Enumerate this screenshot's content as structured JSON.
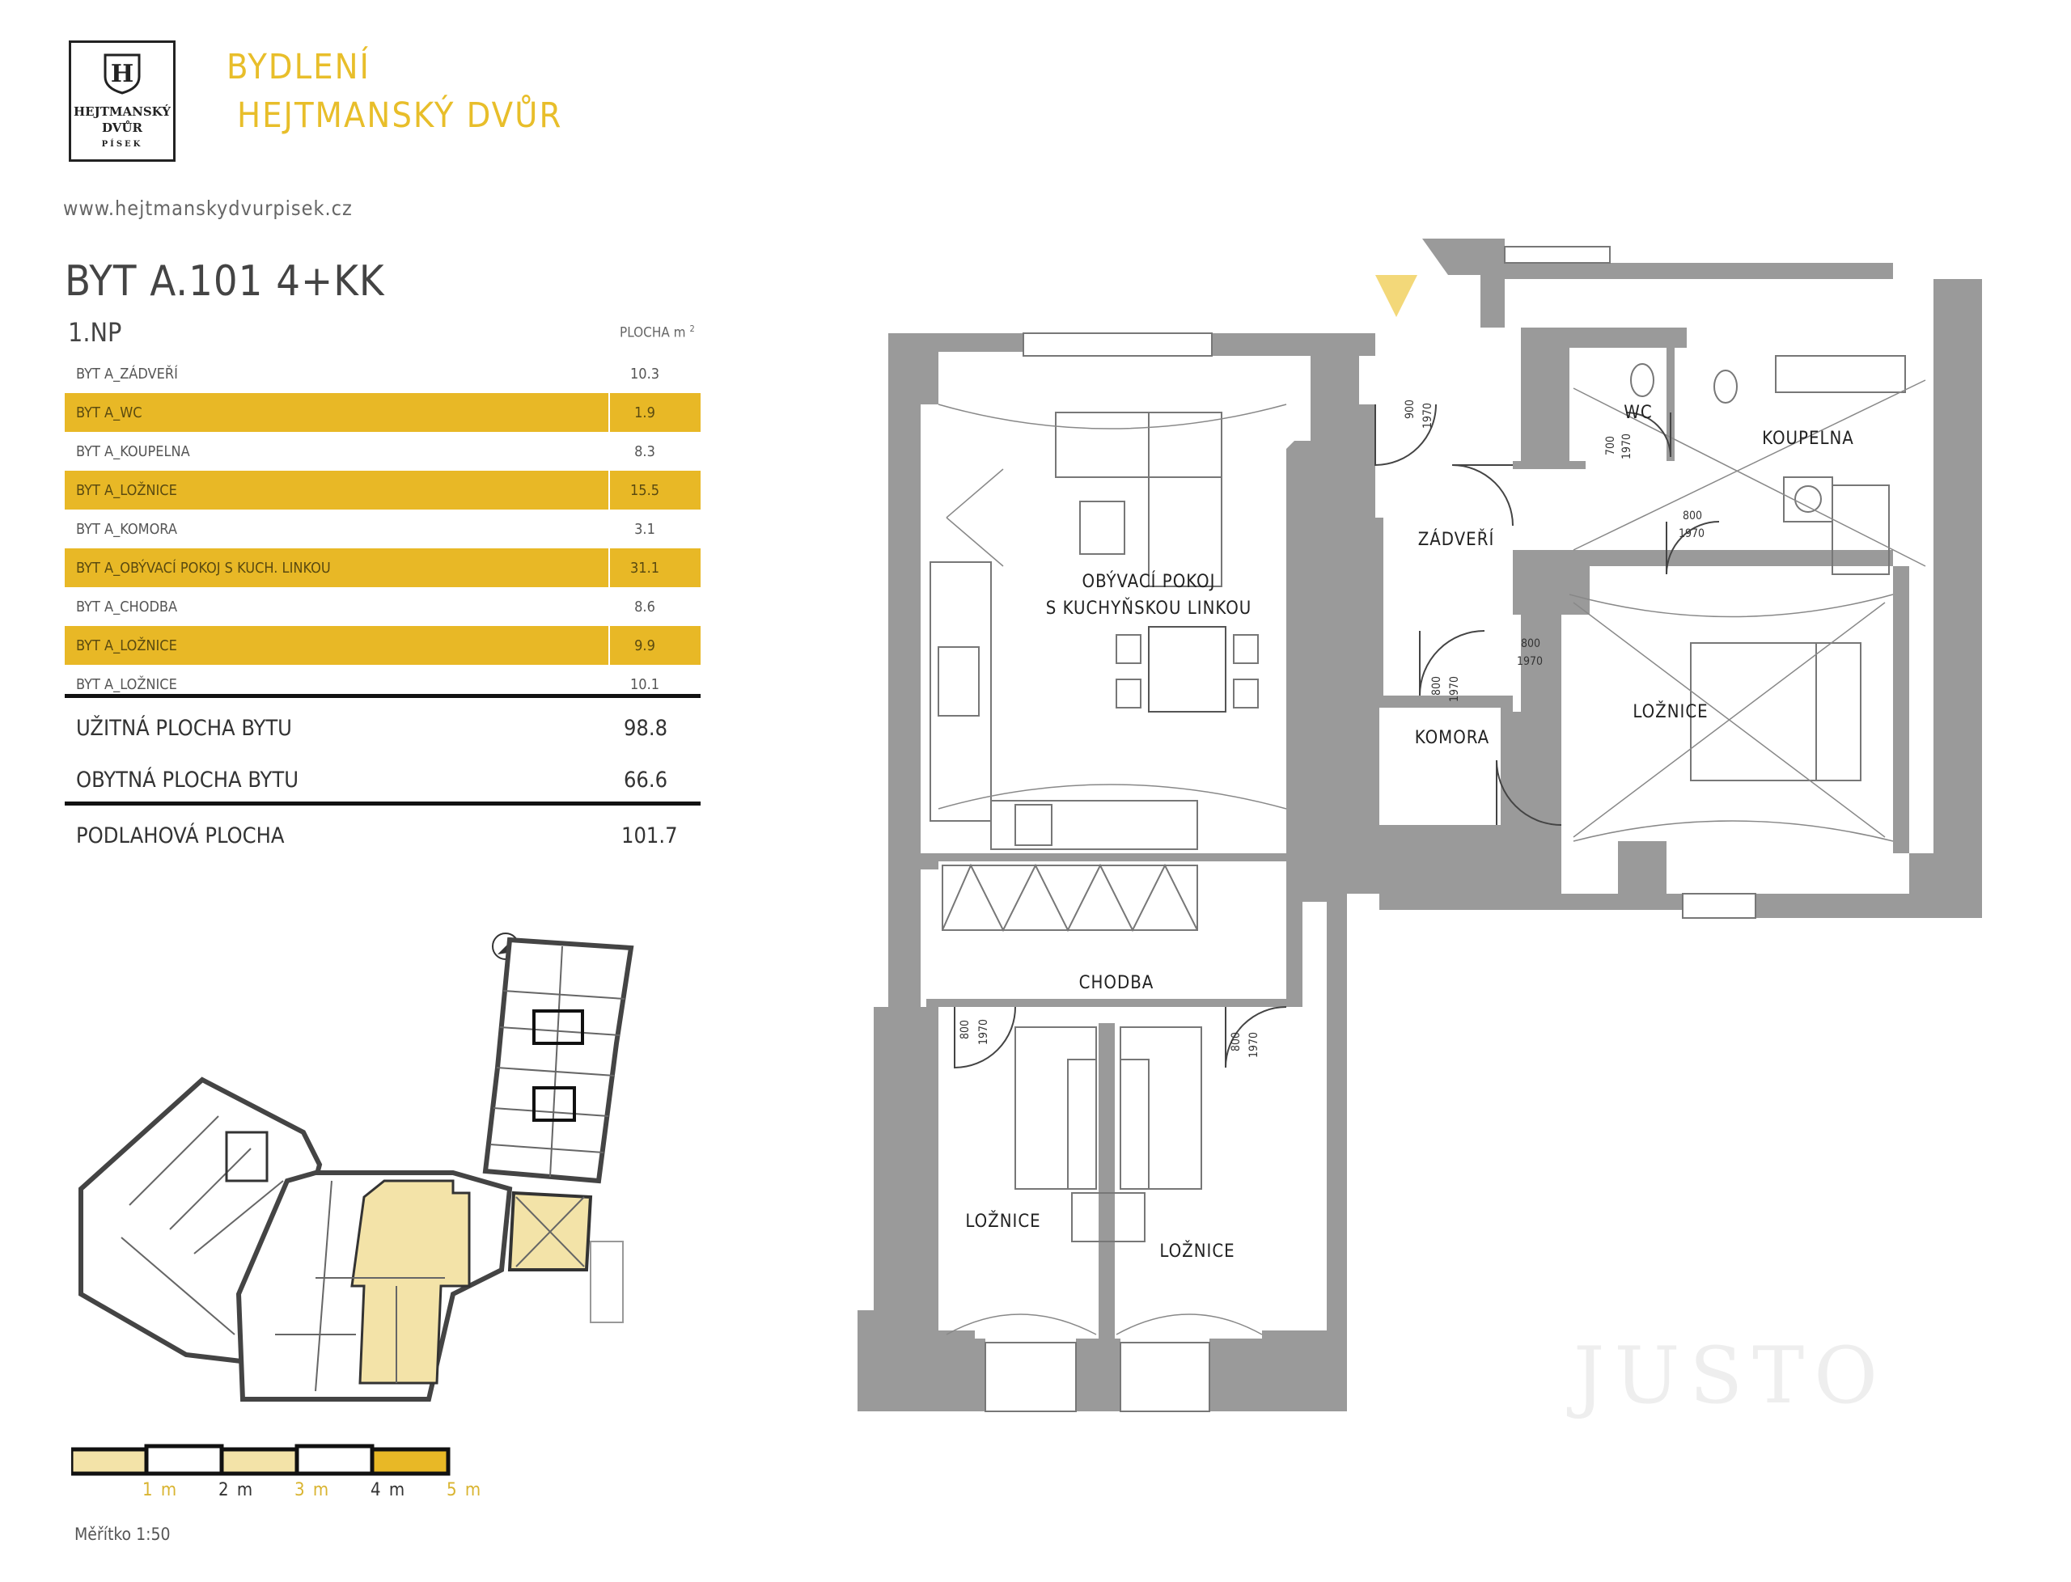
{
  "logo": {
    "letter": "H",
    "line1": "HEJTMANSKÝ",
    "line2": "DVŮR",
    "line3": "PÍSEK"
  },
  "brand": {
    "line1": "BYDLENÍ",
    "line2": "HEJTMANSKÝ DVŮR"
  },
  "website": "www.hejtmanskydvurpisek.cz",
  "apartment": {
    "title": "BYT A.101  4+KK",
    "floor": "1.NP",
    "area_header": "PLOCHA m",
    "area_header_sup": "2"
  },
  "rooms": [
    {
      "name": "BYT A_ZÁDVEŘÍ",
      "area": "10.3"
    },
    {
      "name": "BYT A_WC",
      "area": "1.9"
    },
    {
      "name": "BYT A_KOUPELNA",
      "area": "8.3"
    },
    {
      "name": "BYT A_LOŽNICE",
      "area": "15.5"
    },
    {
      "name": "BYT A_KOMORA",
      "area": "3.1"
    },
    {
      "name": "BYT A_OBÝVACÍ POKOJ S KUCH. LINKOU",
      "area": "31.1"
    },
    {
      "name": "BYT A_CHODBA",
      "area": "8.6"
    },
    {
      "name": "BYT A_LOŽNICE",
      "area": "9.9"
    },
    {
      "name": "BYT A_LOŽNICE",
      "area": "10.1"
    }
  ],
  "summary": {
    "usable_label": "UŽITNÁ PLOCHA BYTU",
    "usable_value": "98.8",
    "living_label": "OBYTNÁ PLOCHA BYTU",
    "living_value": "66.6",
    "floor_label": "PODLAHOVÁ PLOCHA",
    "floor_value": "101.7"
  },
  "scale": {
    "labels": [
      "1 m",
      "2 m",
      "3 m",
      "4 m",
      "5 m"
    ],
    "note": "Měřítko 1:50"
  },
  "plan_labels": {
    "living": "OBÝVACÍ POKOJ",
    "living2": "S KUCHYŇSKOU LINKOU",
    "hall": "ZÁDVEŘÍ",
    "wc": "WC",
    "bathroom": "KOUPELNA",
    "storage": "KOMORA",
    "bedroom_right": "LOŽNICE",
    "corridor": "CHODBA",
    "bedroom_left": "LOŽNICE",
    "bedroom_mid": "LOŽNICE"
  },
  "dimensions": {
    "d_900": "900",
    "d_1970": "1970",
    "d_700": "700",
    "d_800": "800"
  },
  "watermark": "JUSTO",
  "colors": {
    "accent": "#e8b826",
    "brand_text": "#e8be2a",
    "wall": "#9a9a9a",
    "highlight_area": "#f3e3a8"
  }
}
